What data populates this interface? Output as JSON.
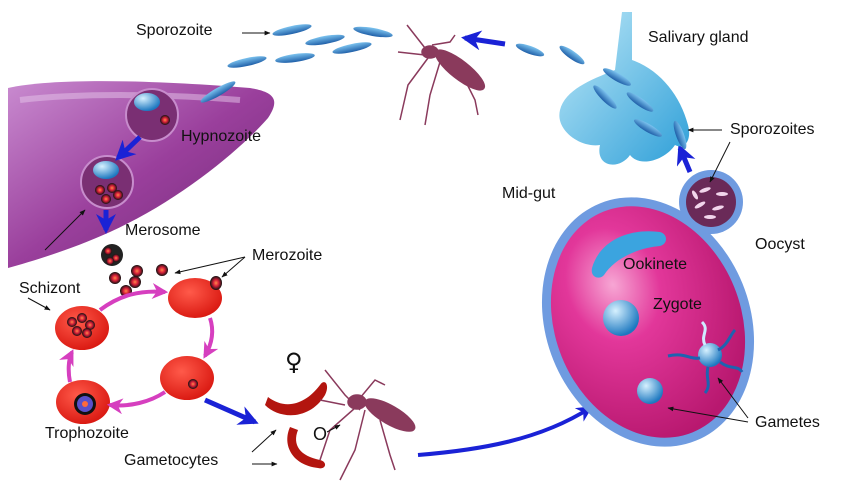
{
  "diagram": {
    "title": "Malaria parasite life cycle",
    "colors": {
      "liver": "#9a3f9c",
      "rbc": "#e8231c",
      "cycle_arrow": "#d63fbf",
      "flow_arrow": "#1a22d6",
      "sporozoite": "#2f86c9",
      "gametocyte": "#b3150f",
      "mosquito": "#8a3a5c",
      "midgut": "#e2379a",
      "midgut_border": "#6f9be0",
      "salivary_gland": "#4cb7e3",
      "oocyst": "#6a2a58"
    },
    "labels": {
      "sporozoite": "Sporozoite",
      "hypnozoite": "Hypnozoite",
      "merosome": "Merosome",
      "merozoite": "Merozoite",
      "schizont": "Schizont",
      "trophozoite": "Trophozoite",
      "gametocytes": "Gametocytes",
      "female_symbol": "♀",
      "male_symbol": "O",
      "salivary_gland": "Salivary gland",
      "sporozoites": "Sporozoites",
      "mid_gut": "Mid-gut",
      "oocyst": "Oocyst",
      "ookinete": "Ookinete",
      "zygote": "Zygote",
      "gametes": "Gametes"
    },
    "icons": [
      "liver-icon",
      "red-blood-cell-icon",
      "mosquito-icon",
      "sporozoite-icon",
      "gametocyte-icon",
      "midgut-icon",
      "salivary-gland-icon",
      "oocyst-icon"
    ]
  }
}
